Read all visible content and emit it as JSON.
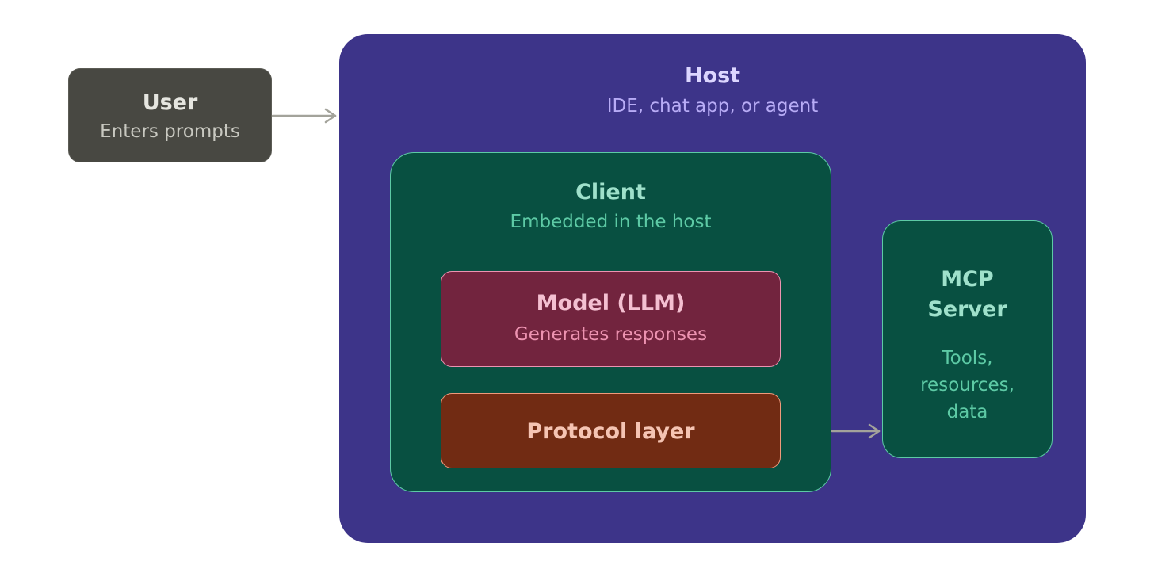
{
  "user": {
    "title": "User",
    "subtitle": "Enters prompts"
  },
  "host": {
    "title": "Host",
    "subtitle": "IDE, chat app, or agent"
  },
  "client": {
    "title": "Client",
    "subtitle": "Embedded in the host"
  },
  "model": {
    "title": "Model (LLM)",
    "subtitle": "Generates responses"
  },
  "protocol": {
    "title": "Protocol layer"
  },
  "mcp_server": {
    "title_line1": "MCP",
    "title_line2": "Server",
    "desc_line1": "Tools,",
    "desc_line2": "resources,",
    "desc_line3": "data"
  },
  "colors": {
    "user_fill": "#484842",
    "host_fill": "#3d3489",
    "client_fill": "#085041",
    "model_fill": "#72243e",
    "protocol_fill": "#712b13",
    "mcp_fill": "#085041",
    "arrow": "#a3a39b"
  }
}
